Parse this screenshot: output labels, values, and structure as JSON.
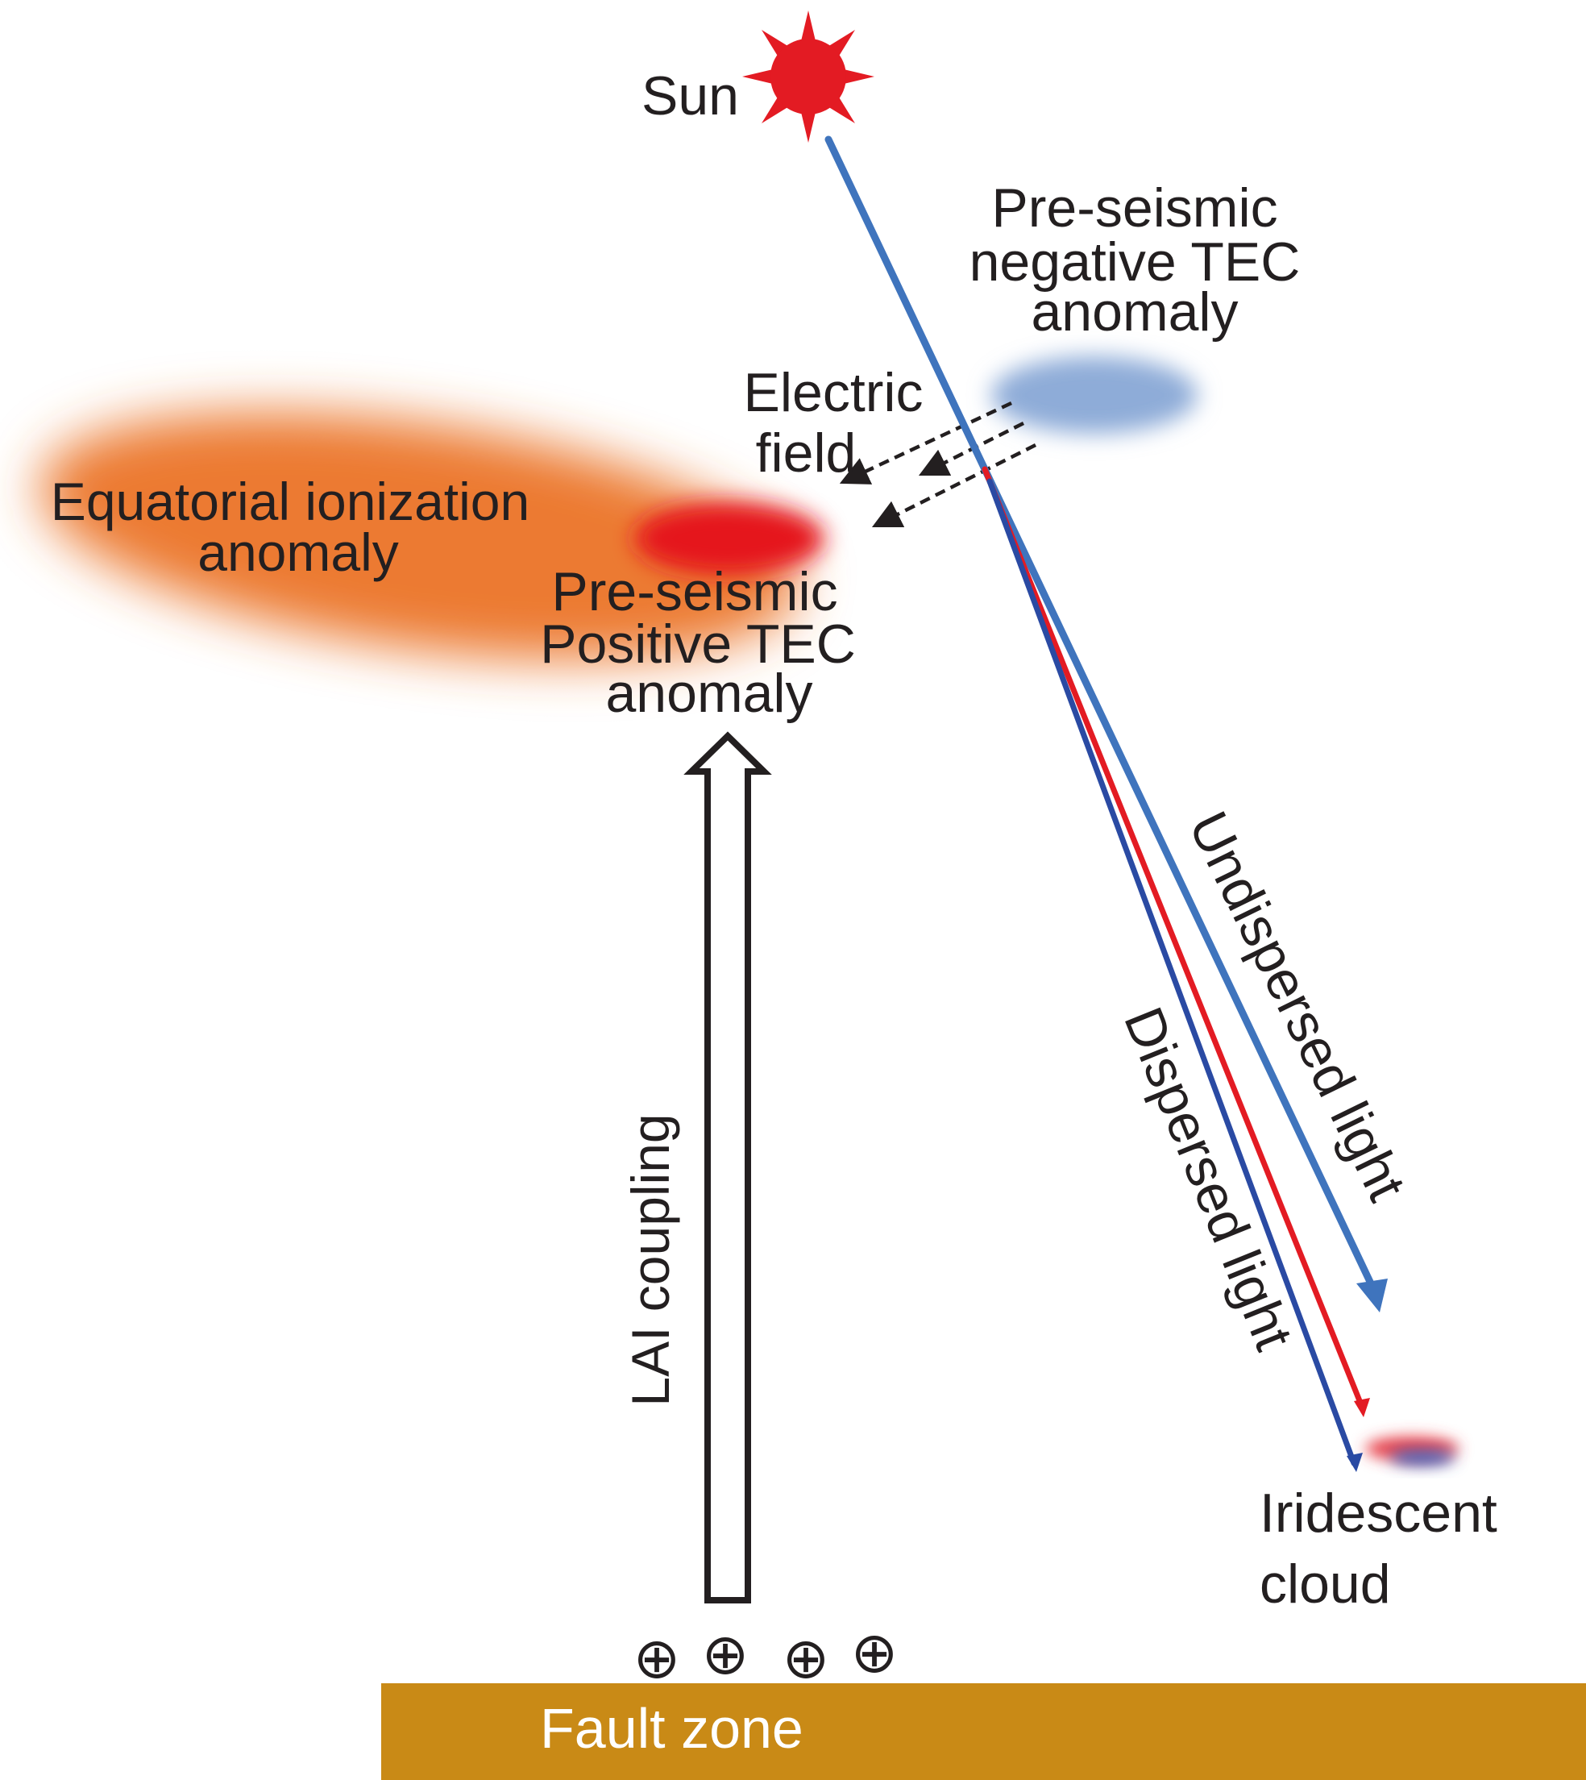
{
  "labels": {
    "sun": "Sun",
    "negative_tec": [
      "Pre-seismic",
      "negative TEC",
      "anomaly"
    ],
    "electric_field": [
      "Electric",
      "field"
    ],
    "equatorial": [
      "Equatorial ionization",
      "anomaly"
    ],
    "positive_tec": [
      "Pre-seismic",
      "Positive TEC",
      "anomaly"
    ],
    "undispersed": "Undispersed light",
    "dispersed": "Dispersed light",
    "iridescent": [
      "Iridescent",
      "cloud"
    ],
    "lai": "LAI coupling",
    "fault": "Fault zone",
    "charges": [
      "⊕",
      "⊕",
      "⊕",
      "⊕"
    ]
  },
  "colors": {
    "sun": "#e31b23",
    "undispersed_beam": "#3f74bd",
    "dispersed_blue": "#2a4aa3",
    "dispersed_red": "#e31b23",
    "negative_tec": "#8eacd8",
    "equatorial": "#ec7a30",
    "positive_tec": "#e5161d",
    "fault_zone": "#c98a16",
    "fault_text": "#ffffff",
    "text": "#231f20"
  }
}
